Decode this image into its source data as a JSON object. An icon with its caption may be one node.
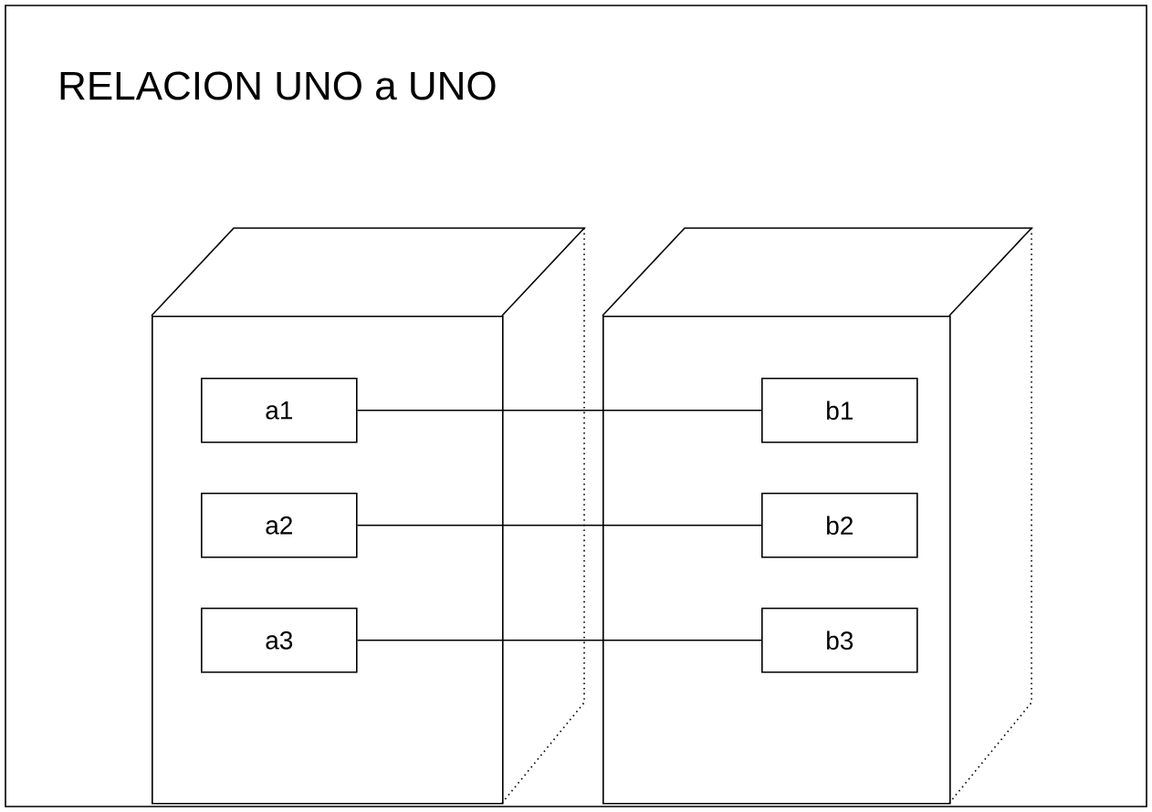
{
  "diagram": {
    "title": "RELACION  UNO a UNO",
    "nodes": [
      {
        "text": [],
        "shape": "box"
      },
      {
        "text": [
          "a1"
        ],
        "in": 0
      },
      {
        "text": [
          "a2"
        ],
        "in": 0
      },
      {
        "text": [
          "a3"
        ],
        "in": 0
      },
      {
        "text": [],
        "shape": "box"
      },
      {
        "text": [
          "b1"
        ],
        "in": 4
      },
      {
        "text": [
          "b2"
        ],
        "in": 4
      },
      {
        "text": [
          "b3"
        ],
        "in": 4
      }
    ],
    "edges": [
      {
        "from": 1,
        "to": 5,
        "arrow": "none"
      },
      {
        "from": 2,
        "to": 6,
        "arrow": "none"
      },
      {
        "from": 3,
        "to": 7,
        "arrow": "none"
      }
    ]
  }
}
